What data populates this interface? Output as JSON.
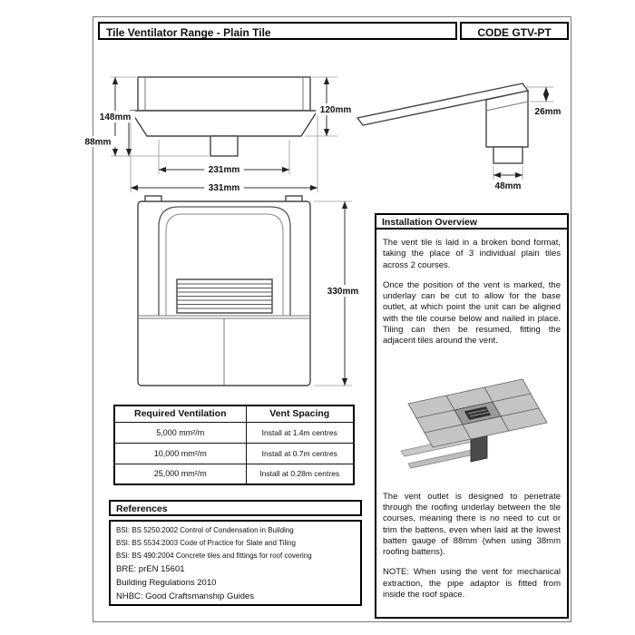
{
  "header": {
    "title": "Tile Ventilator Range - Plain Tile",
    "code": "CODE GTV-PT"
  },
  "drawings": {
    "front_view": {
      "total_height": "148mm",
      "lower_height": "88mm",
      "body_height": "120mm",
      "inner_width": "231mm",
      "overall_width": "331mm"
    },
    "side_view": {
      "tile_thickness": "26mm",
      "outlet_width": "48mm"
    },
    "plan_view": {
      "overall_length": "330mm"
    }
  },
  "ventilation_table": {
    "headers": [
      "Required Ventilation",
      "Vent Spacing"
    ],
    "rows": [
      [
        "5,000 mm²/m",
        "Install at 1.4m centres"
      ],
      [
        "10,000 mm²/m",
        "Install at 0.7m centres"
      ],
      [
        "25,000 mm²/m",
        "Install at 0.28m centres"
      ]
    ]
  },
  "references": {
    "title": "References",
    "items": [
      "BSI: BS 5250:2002 Control of Condensation in Building",
      "BSI: BS 5534:2003 Code of Practice for Slate and Tiling",
      "BSI: BS 490:2004 Concrete tiles and fittings for roof covering",
      "BRE: prEN 15601",
      "Building Regulations 2010",
      "NHBC: Good Craftsmanship Guides"
    ]
  },
  "installation": {
    "title": "Installation Overview",
    "paragraphs": [
      "The vent tile is laid in a broken bond format, taking the place of 3 individual plain tiles across 2 courses.",
      "Once the position of the vent is marked, the underlay can be cut to allow for the base outlet, at which point the unit can be aligned with the tile course below and nailed in place. Tiling can then be resumed, fitting the adjacent tiles around the vent.",
      "The vent outlet is designed to penetrate through the roofing underlay between the tile courses, meaning there is no need to cut or trim the battens, even when laid at the lowest batten gauge of 88mm (when using 38mm roofing battens).",
      "NOTE: When using the vent for mechanical extraction, the pipe adaptor is fitted from inside the roof space."
    ]
  }
}
